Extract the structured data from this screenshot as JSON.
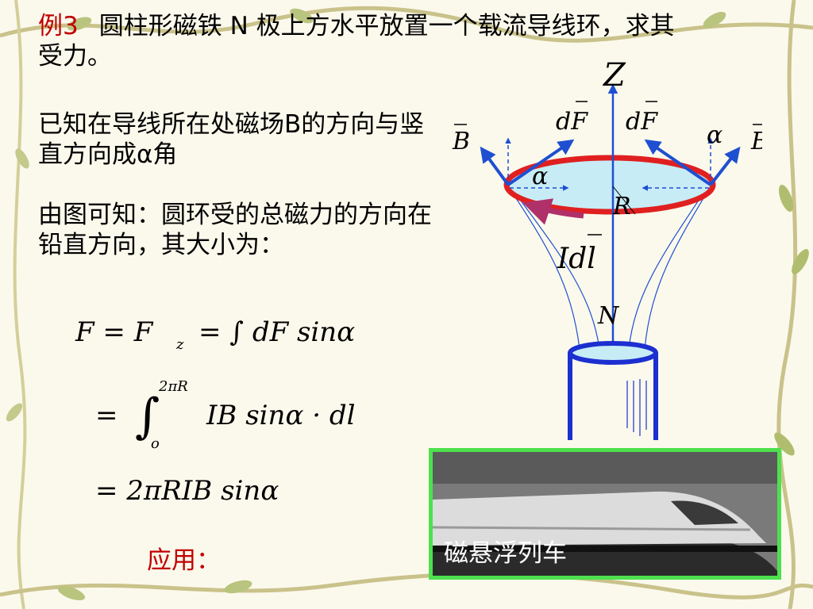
{
  "slide": {
    "example_label": "例3",
    "title_rest": "圆柱形磁铁 N 极上方水平放置一个载流导线环，求其受力。",
    "paragraph1": "已知在导线所在处磁场B的方向与竖直方向成α角",
    "paragraph2": "由图可知：圆环受的总磁力的方向在铅直方向，其大小为：",
    "apply_label": "应用：",
    "photo_caption": "磁悬浮列车"
  },
  "diagram": {
    "z_label": "Z",
    "df_left": "dF",
    "df_right": "dF",
    "b_left": "B",
    "b_right": "B",
    "alpha_right": "α",
    "alpha_inner": "α",
    "r_label": "R",
    "idl_label": "Idl",
    "n_label": "N"
  },
  "formula": {
    "line1_lhs": "F = F",
    "line1_sub": "z",
    "line1_rhs": "= ∫ dF sinα",
    "line2_upper": "2πR",
    "line2_lower": "o",
    "line2_body": "IB sinα · dl",
    "line3_body": "= 2πRIB sinα",
    "eq": "="
  },
  "colors": {
    "label_red": "#c00000",
    "ring_red": "#e02020",
    "ring_fill": "#c7ecf5",
    "arrow_blue": "#1f4fd1",
    "magnet_blue": "#1c2fd0",
    "photo_border": "#4ee04e",
    "idl_arrow": "#b0306a"
  }
}
